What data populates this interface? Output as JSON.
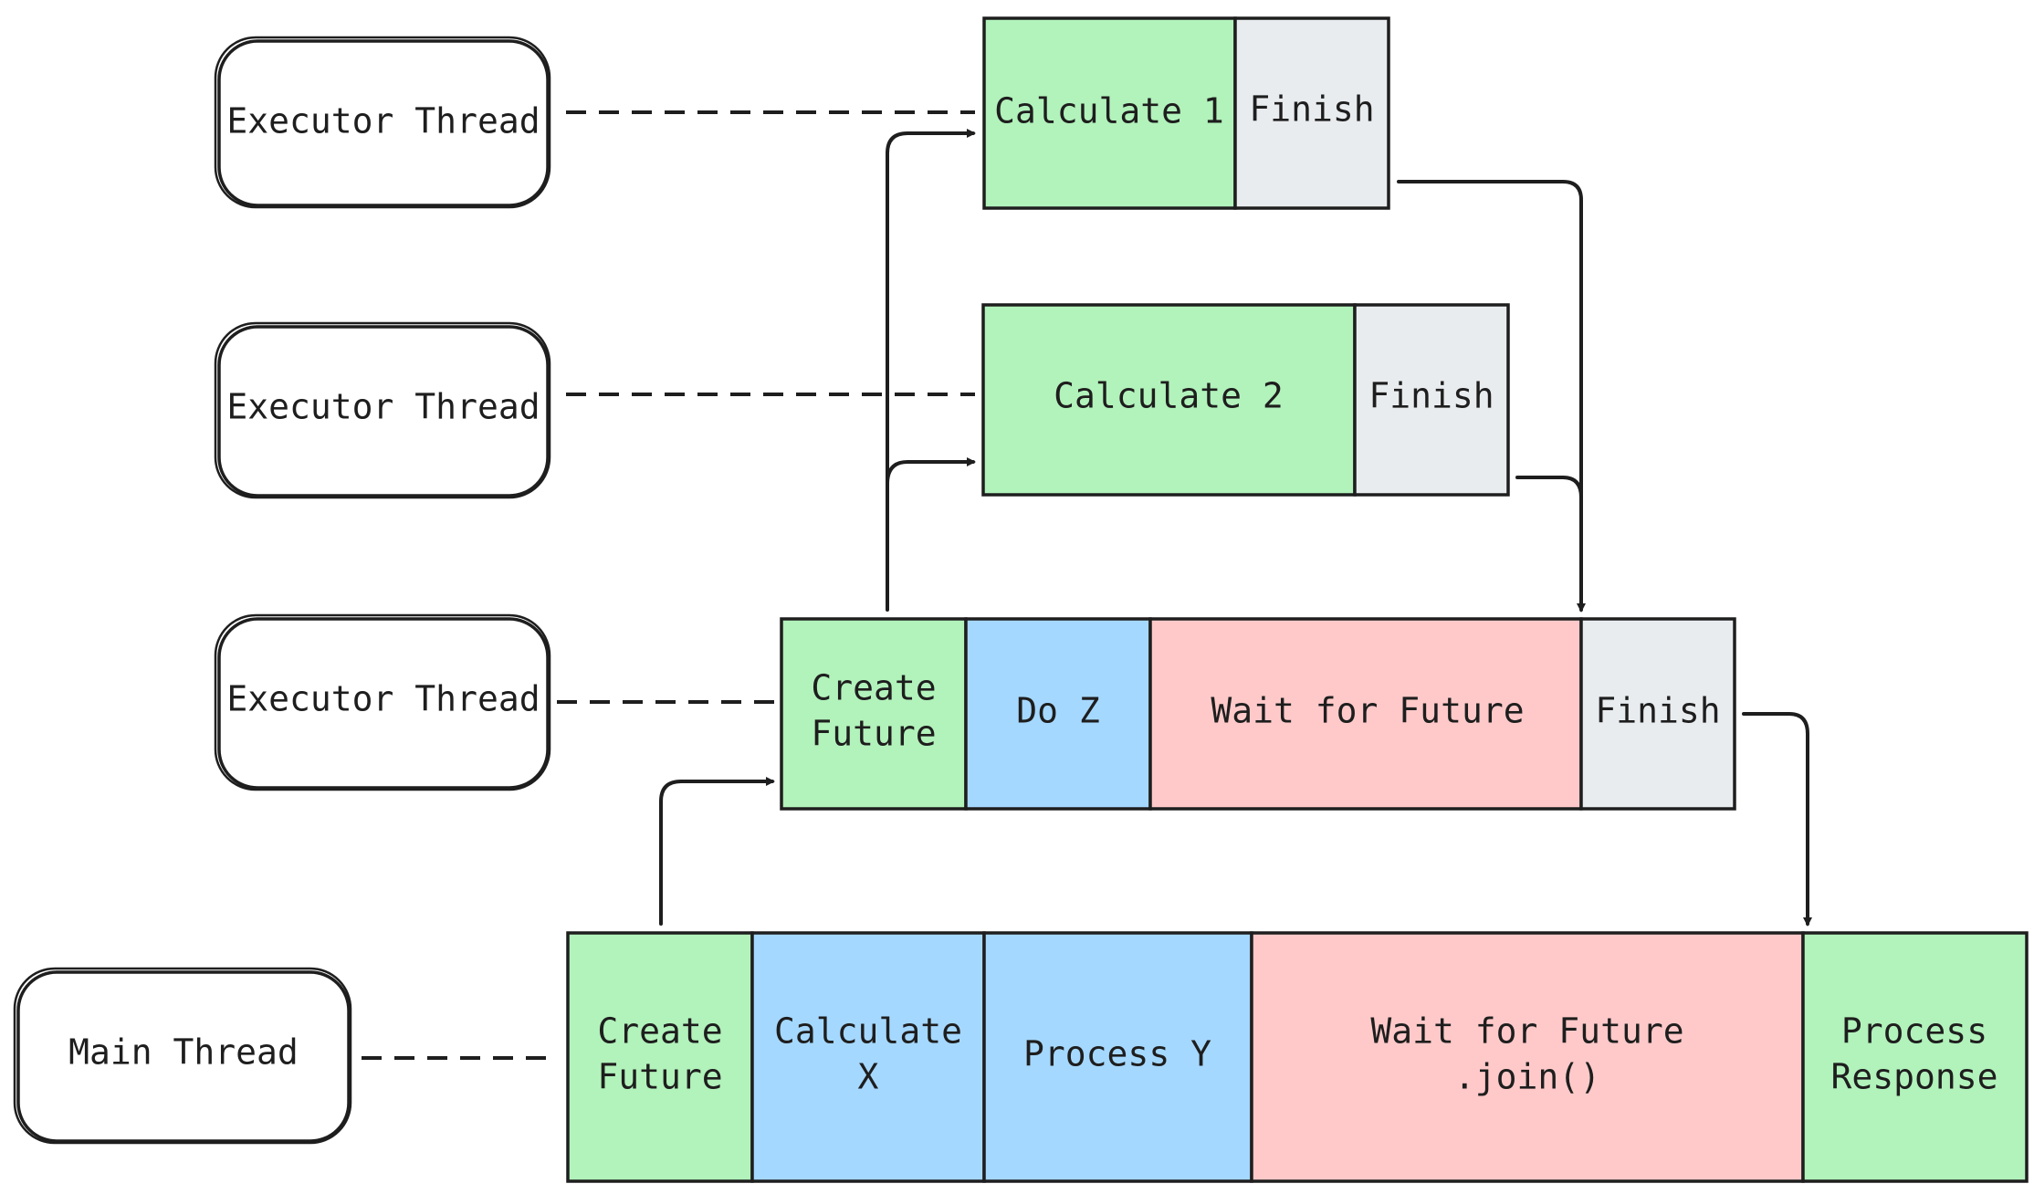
{
  "colors": {
    "green": "#b2f2bb",
    "blue": "#a5d8ff",
    "red": "#ffc9c9",
    "gray": "#e9ecef",
    "stroke": "#1e1e1e"
  },
  "threads": {
    "executor_1": "Executor Thread",
    "executor_2": "Executor Thread",
    "executor_3": "Executor Thread",
    "main": "Main Thread"
  },
  "exec1": {
    "calc": "Calculate 1",
    "finish": "Finish"
  },
  "exec2": {
    "calc": "Calculate 2",
    "finish": "Finish"
  },
  "exec3": {
    "create_1": "Create",
    "create_2": "Future",
    "do_z": "Do Z",
    "wait": "Wait for Future",
    "finish": "Finish"
  },
  "main": {
    "create_1": "Create",
    "create_2": "Future",
    "calc_1": "Calculate",
    "calc_2": "X",
    "process_y": "Process Y",
    "wait_1": "Wait for Future",
    "wait_2": ".join()",
    "resp_1": "Process",
    "resp_2": "Response"
  }
}
